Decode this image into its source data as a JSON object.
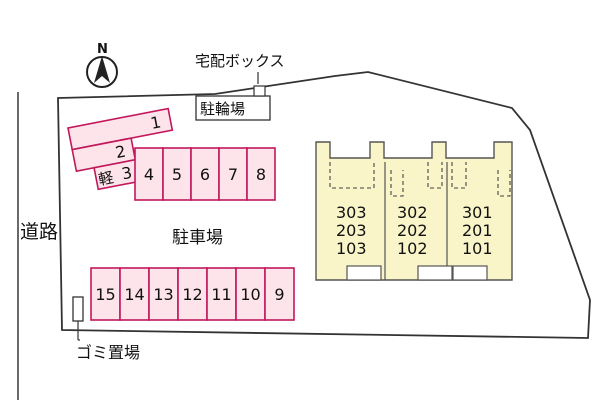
{
  "compass": {
    "north_label": "N"
  },
  "labels": {
    "delivery_box": "宅配ボックス",
    "bicycle_parking": "駐輪場",
    "parking": "駐車場",
    "road": "道路",
    "garbage": "ゴミ置場",
    "kei": "軽"
  },
  "parking_top": [
    "1",
    "2",
    "3"
  ],
  "parking_row_upper": [
    "4",
    "5",
    "6",
    "7",
    "8"
  ],
  "parking_row_lower": [
    "15",
    "14",
    "13",
    "12",
    "11",
    "10",
    "9"
  ],
  "building": {
    "units": [
      {
        "floors": [
          "303",
          "203",
          "103"
        ]
      },
      {
        "floors": [
          "302",
          "202",
          "102"
        ]
      },
      {
        "floors": [
          "301",
          "201",
          "101"
        ]
      }
    ]
  },
  "colors": {
    "parking_fill": "#fde3ea",
    "parking_stroke": "#c2185b",
    "building_fill": "#f9f5c8",
    "site_outline": "#333333"
  }
}
